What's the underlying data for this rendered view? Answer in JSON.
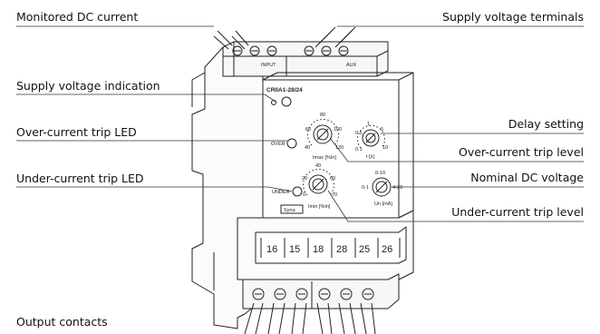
{
  "callouts": {
    "monitored_dc_current": "Monitored DC current",
    "supply_voltage_terminals": "Supply voltage terminals",
    "supply_voltage_indication": "Supply voltage indication",
    "over_current_trip_led": "Over-current trip LED",
    "delay_setting": "Delay setting",
    "over_current_trip_level": "Over-current trip level",
    "nominal_dc_voltage": "Nominal DC voltage",
    "under_current_trip_led": "Under-current trip LED",
    "under_current_trip_level": "Under-current trip level",
    "output_contacts": "Output contacts"
  },
  "device": {
    "model": "CRIIA1-28/24",
    "input_label": "INPUT",
    "aux_label": "AUX",
    "over_led_label": "OVER",
    "under_led_label": "UNDER",
    "brand": "Syna",
    "imax_label": "Imax [%In]",
    "imin_label": "Imin [%In]",
    "t_label": "t [s]",
    "un_label": "Un [mA]",
    "imax_scale": [
      "40",
      "60",
      "80",
      "100",
      "120"
    ],
    "imin_scale": [
      "0",
      "20",
      "40",
      "60",
      "70"
    ],
    "t_scale": [
      "0.1",
      "0.5",
      "1",
      "5",
      "10"
    ],
    "un_scale": [
      "0-10",
      "0-1",
      "4-20"
    ],
    "output_terminals": [
      "16",
      "15",
      "18",
      "28",
      "25",
      "26"
    ]
  }
}
